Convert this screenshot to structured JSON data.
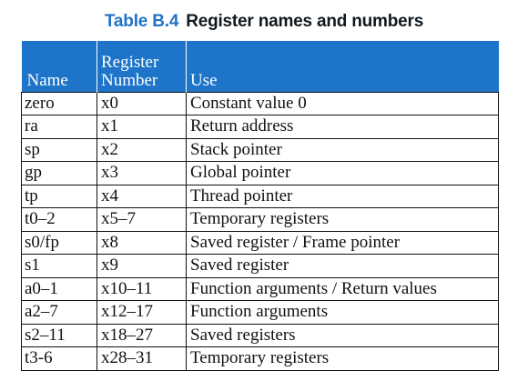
{
  "caption": {
    "number": "Table B.4",
    "title": "Register names and numbers"
  },
  "header": {
    "name": "Name",
    "register_line1": "Register",
    "register_line2": "Number",
    "use": "Use"
  },
  "rows": [
    {
      "name": "zero",
      "number": "x0",
      "use": "Constant value 0"
    },
    {
      "name": "ra",
      "number": "x1",
      "use": "Return address"
    },
    {
      "name": "sp",
      "number": "x2",
      "use": "Stack pointer"
    },
    {
      "name": "gp",
      "number": "x3",
      "use": "Global pointer"
    },
    {
      "name": "tp",
      "number": "x4",
      "use": "Thread pointer"
    },
    {
      "name": "t0–2",
      "number": "x5–7",
      "use": "Temporary registers"
    },
    {
      "name": "s0/fp",
      "number": "x8",
      "use": "Saved register / Frame pointer"
    },
    {
      "name": "s1",
      "number": "x9",
      "use": "Saved register"
    },
    {
      "name": "a0–1",
      "number": "x10–11",
      "use": "Function arguments / Return values"
    },
    {
      "name": "a2–7",
      "number": "x12–17",
      "use": "Function arguments"
    },
    {
      "name": "s2–11",
      "number": "x18–27",
      "use": "Saved registers"
    },
    {
      "name": "t3-6",
      "number": "x28–31",
      "use": "Temporary registers"
    }
  ],
  "colors": {
    "accent": "#1d74c9",
    "caption_number": "#1f73c7",
    "header_text": "#ffffff",
    "grid": "#111111"
  }
}
